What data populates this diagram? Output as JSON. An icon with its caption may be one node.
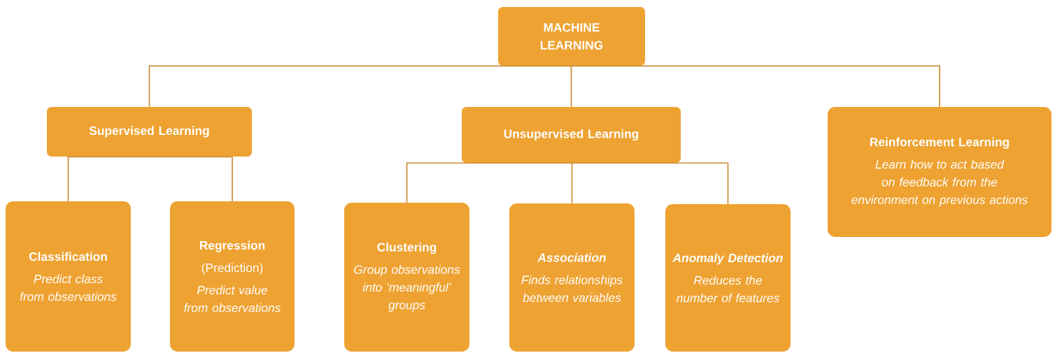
{
  "diagram": {
    "nodes": [
      {
        "text": [
          "MACHINE LEARNING"
        ]
      },
      {
        "text": [
          "Supervised Learning"
        ]
      },
      {
        "text": [
          "Unsupervised Learning"
        ]
      },
      {
        "text": [
          "Reinforcement Learning",
          "Learn how to act based on feedback from the environment on previous actions"
        ]
      },
      {
        "text": [
          "Classification",
          "Predict class from observations"
        ]
      },
      {
        "text": [
          "Regression",
          "(Prediction)",
          "Predict value from observations"
        ]
      },
      {
        "text": [
          "Clustering",
          "Group observations into ‘meaningful’ groups"
        ]
      },
      {
        "text": [
          "Association",
          "Finds relationships between variables"
        ]
      },
      {
        "text": [
          "Anomaly Detection",
          "Reduces the number of features"
        ]
      }
    ],
    "edges": [
      {
        "from": 0,
        "to": 1,
        "arrow": "none"
      },
      {
        "from": 0,
        "to": 2,
        "arrow": "none"
      },
      {
        "from": 0,
        "to": 3,
        "arrow": "none"
      },
      {
        "from": 1,
        "to": 4,
        "arrow": "none"
      },
      {
        "from": 1,
        "to": 5,
        "arrow": "none"
      },
      {
        "from": 2,
        "to": 6,
        "arrow": "none"
      },
      {
        "from": 2,
        "to": 7,
        "arrow": "none"
      },
      {
        "from": 2,
        "to": 8,
        "arrow": "none"
      }
    ]
  }
}
